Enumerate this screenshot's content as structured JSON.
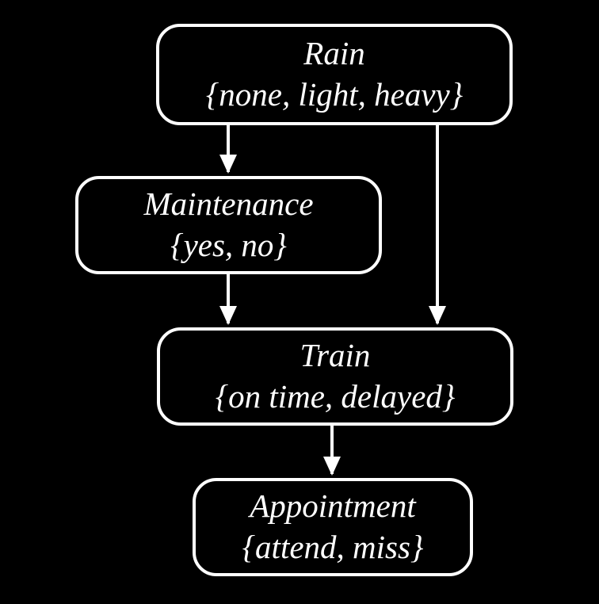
{
  "diagram": {
    "type": "bayesian-network",
    "background_color": "#000000",
    "node_border_color": "#ffffff",
    "node_fill_color": "#000000",
    "text_color": "#ffffff",
    "arrow_color": "#ffffff",
    "nodes": [
      {
        "id": "rain",
        "name": "Rain",
        "values": "{none, light, heavy}"
      },
      {
        "id": "maintenance",
        "name": "Maintenance",
        "values": "{yes, no}"
      },
      {
        "id": "train",
        "name": "Train",
        "values": "{on time, delayed}"
      },
      {
        "id": "appointment",
        "name": "Appointment",
        "values": "{attend, miss}"
      }
    ],
    "edges": [
      {
        "from": "rain",
        "to": "maintenance"
      },
      {
        "from": "rain",
        "to": "train"
      },
      {
        "from": "maintenance",
        "to": "train"
      },
      {
        "from": "train",
        "to": "appointment"
      }
    ]
  }
}
